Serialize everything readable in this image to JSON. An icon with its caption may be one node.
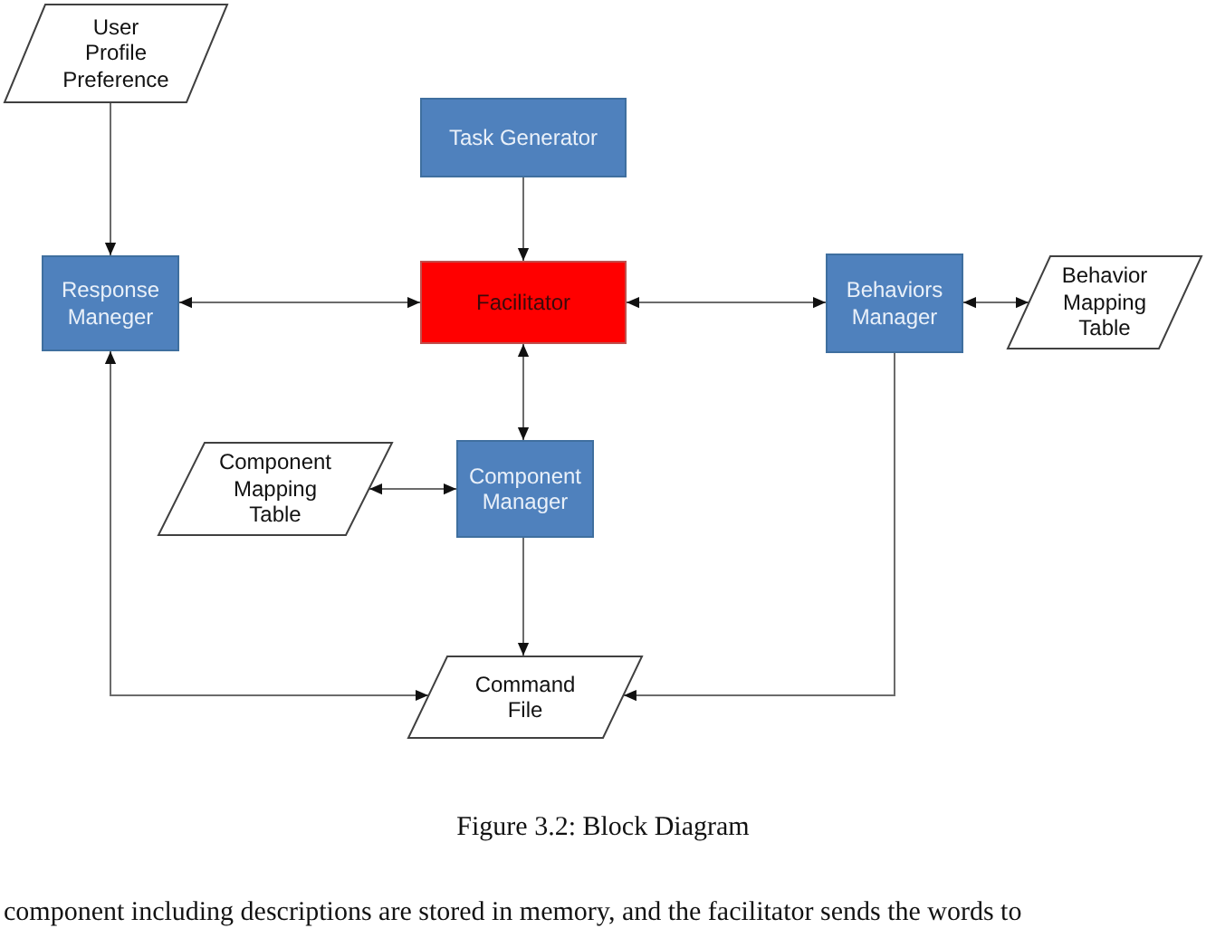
{
  "diagram": {
    "caption": "Figure 3.2: Block Diagram",
    "nodes": [
      {
        "text": [
          "User Profile Preference"
        ]
      },
      {
        "text": [
          "Task Generator"
        ]
      },
      {
        "text": [
          "Response Maneger"
        ]
      },
      {
        "text": [
          "Facilitator"
        ]
      },
      {
        "text": [
          "Behaviors Manager"
        ]
      },
      {
        "text": [
          "Behavior Mapping Table"
        ]
      },
      {
        "text": [
          "Component Mapping Table"
        ]
      },
      {
        "text": [
          "Component Manager"
        ]
      },
      {
        "text": [
          "Command File"
        ]
      }
    ],
    "edges": [
      {
        "from": 0,
        "to": 2,
        "arrow": "to"
      },
      {
        "from": 1,
        "to": 3,
        "arrow": "to"
      },
      {
        "from": 2,
        "to": 3,
        "arrow": "both"
      },
      {
        "from": 3,
        "to": 4,
        "arrow": "both"
      },
      {
        "from": 4,
        "to": 5,
        "arrow": "both"
      },
      {
        "from": 3,
        "to": 7,
        "arrow": "both"
      },
      {
        "from": 6,
        "to": 7,
        "arrow": "both"
      },
      {
        "from": 7,
        "to": 8,
        "arrow": "to"
      },
      {
        "from": 2,
        "to": 8,
        "arrow": "both"
      },
      {
        "from": 4,
        "to": 8,
        "arrow": "to"
      }
    ],
    "labels": [
      "component including descriptions are stored in memory, and the facilitator sends the words to"
    ]
  }
}
